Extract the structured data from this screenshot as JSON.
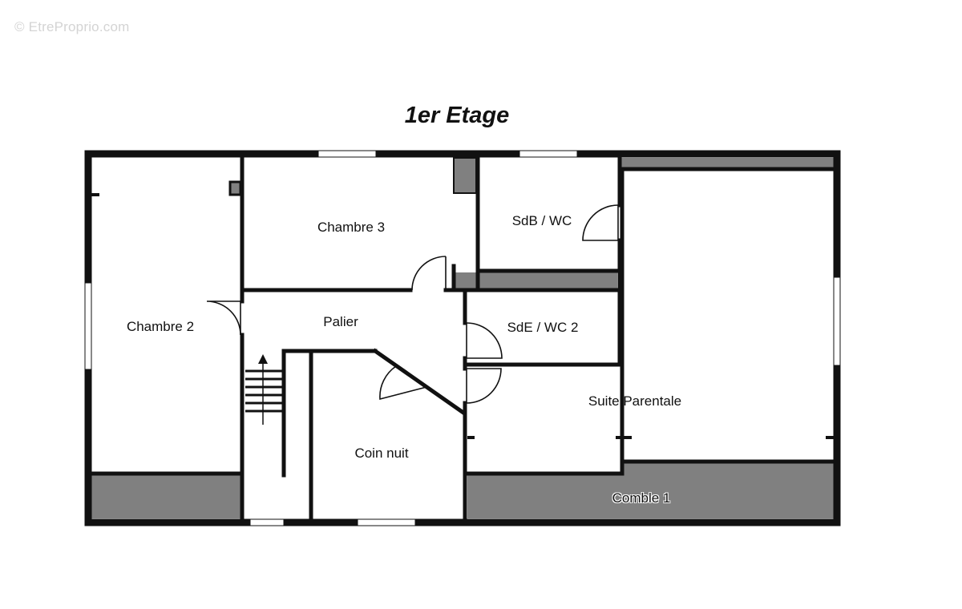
{
  "watermark": "© EtreProprio.com",
  "title": "1er Etage",
  "rooms": {
    "chambre_2": "Chambre 2",
    "chambre_3": "Chambre 3",
    "sdb_wc": "SdB / WC",
    "palier": "Palier",
    "sde_wc_2": "SdE / WC 2",
    "suite_parentale": "Suite Parentale",
    "coin_nuit": "Coin nuit",
    "combles_1": "Comble 1"
  },
  "colors": {
    "wall": "#111111",
    "combles_fill": "#808080",
    "window": "#ffffff",
    "background": "#ffffff"
  }
}
